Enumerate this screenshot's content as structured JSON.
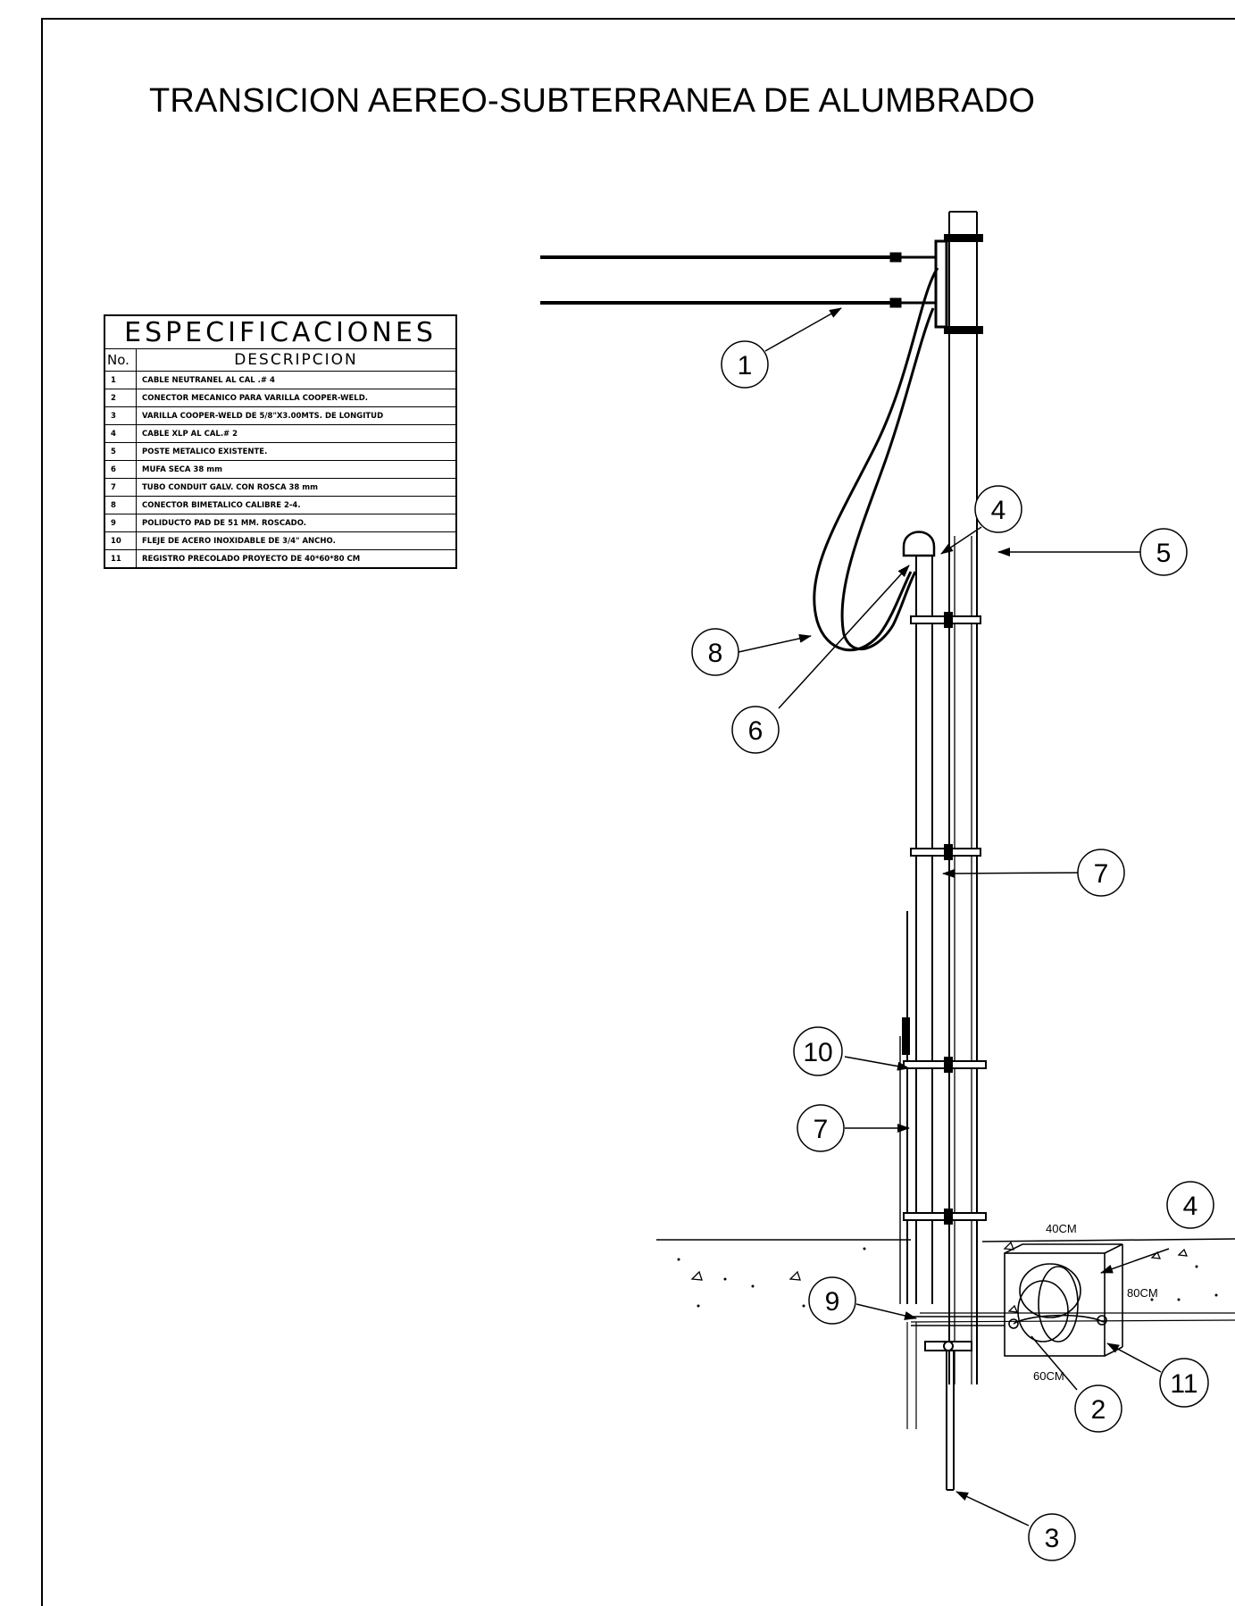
{
  "title": "TRANSICION AEREO-SUBTERRANEA DE ALUMBRADO",
  "spec_table": {
    "heading": "ESPECIFICACIONES",
    "col_no": "No.",
    "col_desc": "DESCRIPCION",
    "rows": [
      {
        "no": "1",
        "desc": "CABLE NEUTRANEL AL CAL .# 4"
      },
      {
        "no": "2",
        "desc": "CONECTOR MECANICO PARA VARILLA COOPER-WELD."
      },
      {
        "no": "3",
        "desc": "VARILLA COOPER-WELD DE 5/8\"X3.00MTS. DE LONGITUD"
      },
      {
        "no": "4",
        "desc": "CABLE XLP AL CAL.# 2"
      },
      {
        "no": "5",
        "desc": "POSTE METALICO EXISTENTE."
      },
      {
        "no": "6",
        "desc": "MUFA SECA 38 mm"
      },
      {
        "no": "7",
        "desc": "TUBO CONDUIT GALV. CON ROSCA 38 mm"
      },
      {
        "no": "8",
        "desc": "CONECTOR BIMETALICO CALIBRE 2-4."
      },
      {
        "no": "9",
        "desc": "POLIDUCTO PAD DE 51 MM. ROSCADO."
      },
      {
        "no": "10",
        "desc": "FLEJE DE ACERO INOXIDABLE DE 3/4\" ANCHO."
      },
      {
        "no": "11",
        "desc": "REGISTRO PRECOLADO PROYECTO DE 40*60*80 CM"
      }
    ]
  },
  "callouts": {
    "c1": "1",
    "c4a": "4",
    "c5": "5",
    "c8": "8",
    "c6": "6",
    "c7a": "7",
    "c10": "10",
    "c7b": "7",
    "c9": "9",
    "c4b": "4",
    "c11": "11",
    "c2": "2",
    "c3": "3"
  },
  "dimensions": {
    "top": "40CM",
    "side": "80CM",
    "bottom": "60CM"
  }
}
